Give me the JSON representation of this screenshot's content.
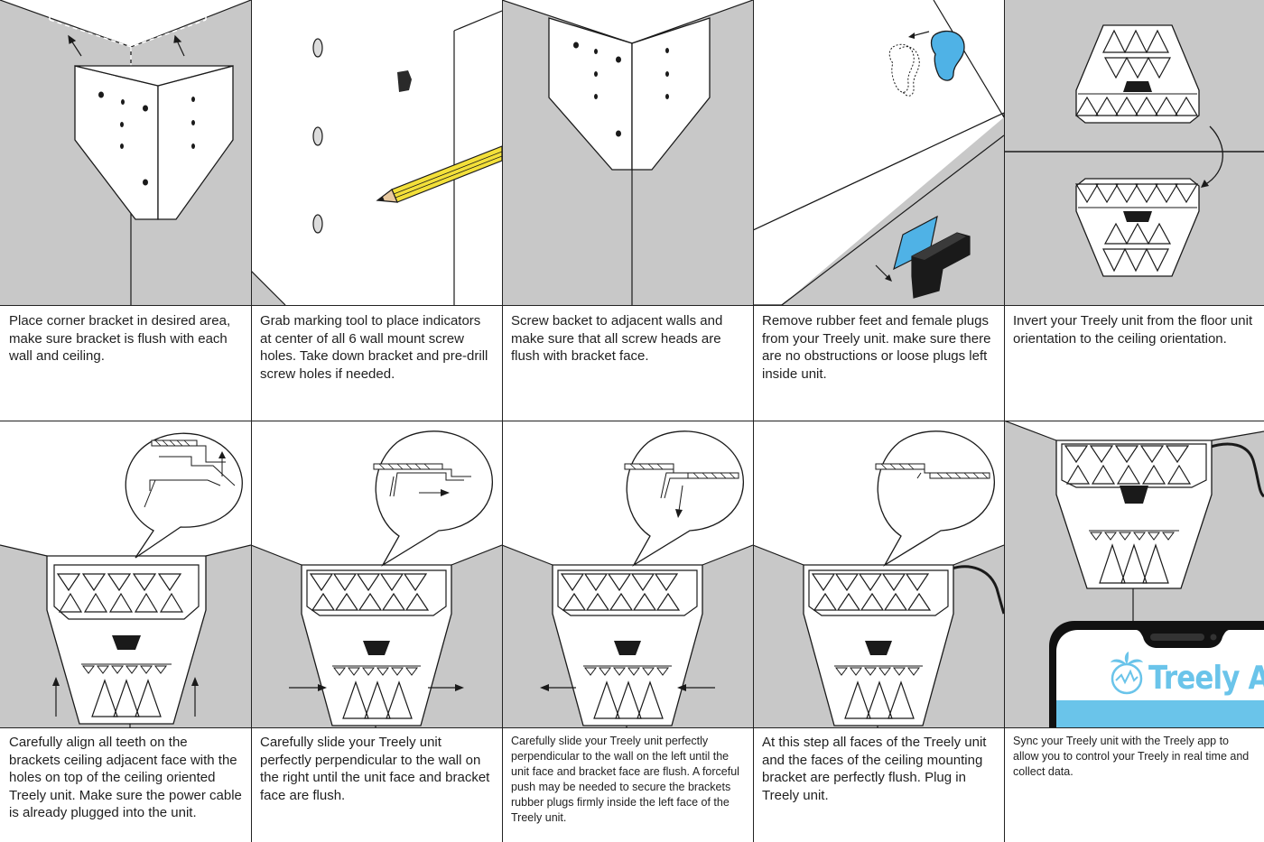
{
  "steps": [
    {
      "caption": "Place corner bracket in desired area, make sure bracket is flush with each wall and ceiling."
    },
    {
      "caption": "Grab marking tool to place indicators at center of all 6 wall mount screw holes. Take down bracket and pre-drill screw holes if needed."
    },
    {
      "caption": "Screw backet to adjacent walls and make sure that all screw heads are flush with bracket face."
    },
    {
      "caption": "Remove rubber feet and female plugs from your Treely unit. make sure there are no obstructions or loose plugs left inside unit."
    },
    {
      "caption": "Invert your Treely unit from the floor unit orientation to the ceiling orientation."
    },
    {
      "caption": "Carefully align all teeth on the brackets ceiling adjacent face with the holes on top of the ceiling oriented Treely unit. Make sure the power cable is already plugged into the unit."
    },
    {
      "caption": "Carefully slide your Treely unit perfectly perpendicular to the wall on the right until the unit face and bracket face are flush."
    },
    {
      "caption": "Carefully slide your Treely unit perfectly perpendicular to the wall on the left until the unit face and bracket face are flush. A forceful push may be needed to secure the brackets rubber plugs firmly inside the left face of the Treely unit."
    },
    {
      "caption": "At this step all faces of the Treely unit and the faces of the ceiling mounting bracket are perfectly flush. Plug in Treely unit."
    },
    {
      "caption": "Sync your Treely unit with the Treely app to allow you to control your Treely in real time and collect data."
    }
  ],
  "app_logo_text": "Treely Air",
  "colors": {
    "wall_gray": "#c8c8c8",
    "line": "#1a1a1a",
    "pencil_yellow": "#f3e03a",
    "accent_blue": "#4fb2e6",
    "logo_blue": "#6ac4ea"
  }
}
